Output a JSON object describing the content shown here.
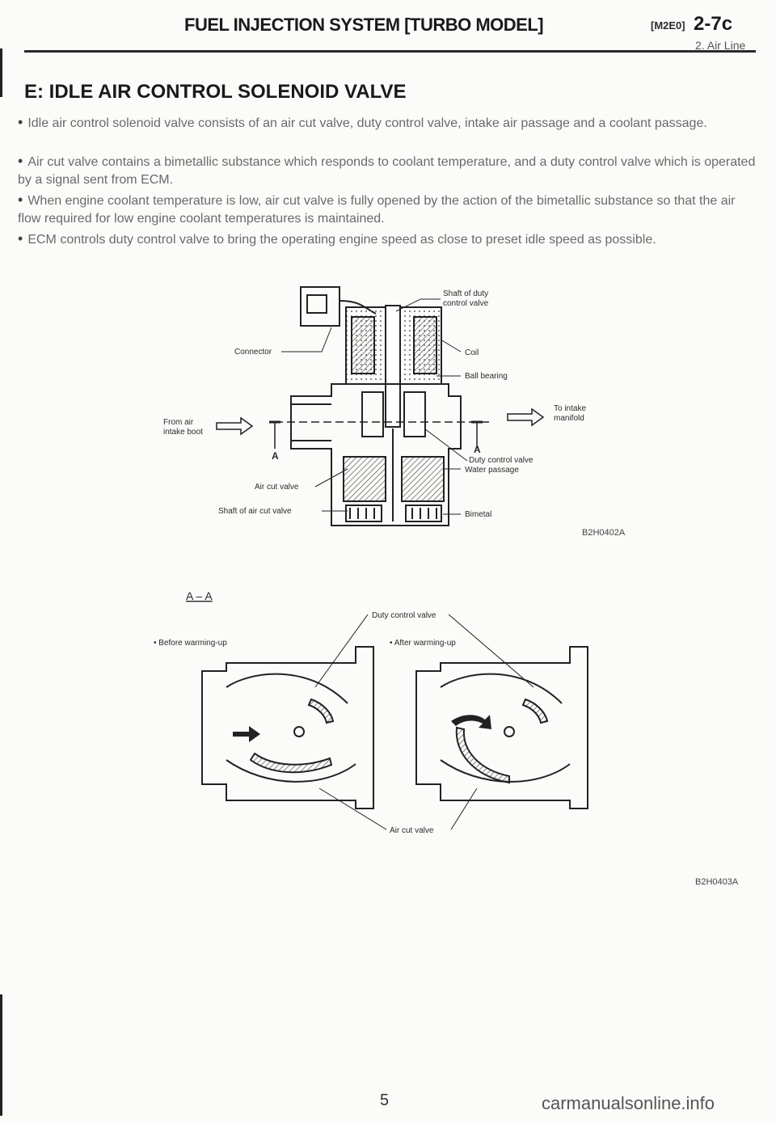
{
  "header": {
    "title": "FUEL INJECTION SYSTEM [TURBO MODEL]",
    "code": "[M2E0]",
    "page": "2-7c",
    "subtitle": "2. Air Line"
  },
  "section": {
    "title": "E: IDLE AIR CONTROL SOLENOID VALVE",
    "bullets": [
      "Idle air control solenoid valve consists of an air cut valve, duty control valve, intake air passage and a coolant passage.",
      "Air cut valve contains a bimetallic substance which responds to coolant temperature, and a duty control valve which is operated by a signal sent from ECM.",
      "When engine coolant temperature is low, air cut valve is fully opened by the action of the bimetallic substance so that the air flow required for low engine coolant temperatures is maintained.",
      "ECM controls duty control valve to bring the operating engine speed as close to preset idle speed as possible."
    ]
  },
  "figure1": {
    "code": "B2H0402A",
    "labels": {
      "shaft_duty": [
        "Shaft of duty",
        "control valve"
      ],
      "connector": "Connector",
      "coil": "Coil",
      "ball_bearing": "Ball bearing",
      "to_intake": [
        "To intake",
        "manifold"
      ],
      "from_air": [
        "From air",
        "intake boot"
      ],
      "section_a_left": "A",
      "section_a_right": "A",
      "duty_control_valve": "Duty control valve",
      "water_passage": "Water passage",
      "air_cut_valve": "Air cut valve",
      "bimetal": "Bimetal",
      "shaft_air_cut": "Shaft of air cut valve"
    }
  },
  "figure2": {
    "code": "B2H0403A",
    "section_label": "A – A",
    "duty_label": "Duty control valve",
    "before_label": "• Before warming-up",
    "after_label": "• After warming-up",
    "air_cut_label": "Air cut valve"
  },
  "footer": {
    "page_number": "5",
    "watermark": "carmanualsonline.info"
  },
  "colors": {
    "ink": "#1e1e1e",
    "body_text": "#6a6a6a",
    "paper": "#fbfbf9",
    "hatch": "#555555"
  }
}
